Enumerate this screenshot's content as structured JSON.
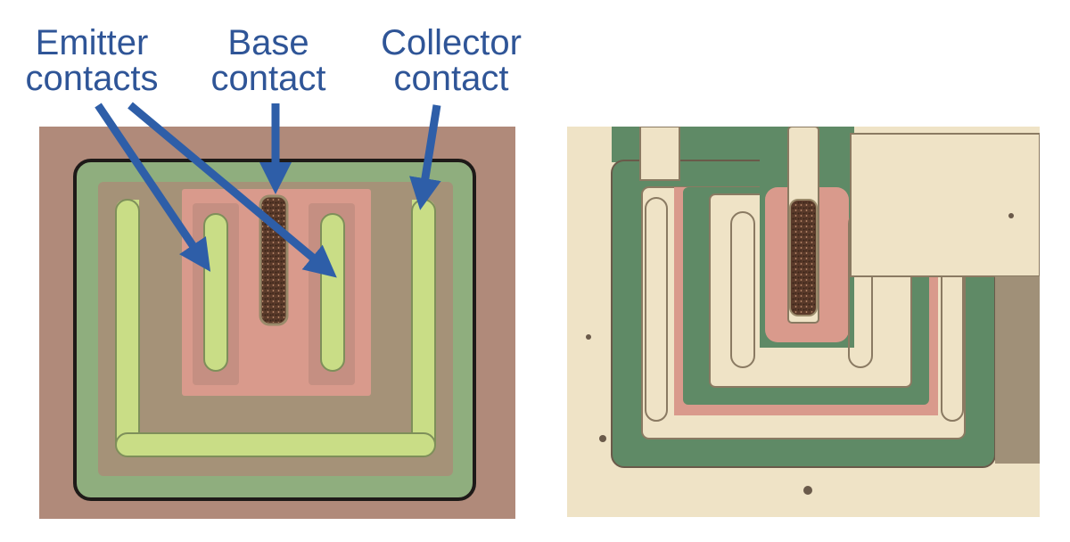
{
  "labels": {
    "emitter": {
      "line1": "Emitter",
      "line2": "contacts"
    },
    "base": {
      "line1": "Base",
      "line2": "contact"
    },
    "collector": {
      "line1": "Collector",
      "line2": "contact"
    }
  },
  "colors": {
    "label_blue": "#2f5597",
    "arrow_blue": "#2e5ea8",
    "die_background": "#b08a7a",
    "oxide_green": "#8fae7e",
    "contact_green": "#c9dd86",
    "base_pink": "#d99a8c",
    "metal_cream": "#efe3c6",
    "dark_green": "#5f8a66",
    "boundary_black": "#1e1a18",
    "base_contact_dark": "#5a3a2a"
  }
}
